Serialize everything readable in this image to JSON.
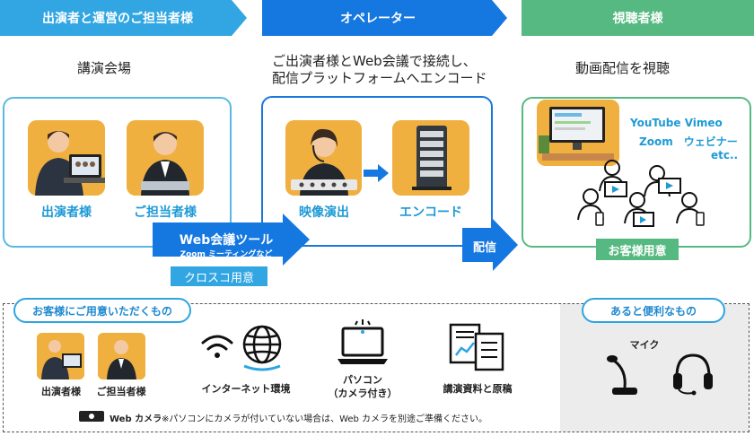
{
  "header": {
    "performer": "出演者と運営のご担当者様",
    "operator": "オペレーター",
    "viewer": "視聴者様",
    "colors": {
      "performer": "#31a6e2",
      "operator": "#1577e0",
      "viewer": "#56b981"
    }
  },
  "venue": {
    "title": "講演会場",
    "performer_label": "出演者様",
    "staff_label": "ご担当者様"
  },
  "operator": {
    "line1": "ご出演者様とWeb会議で接続し、",
    "line2": "配信プラットフォームへエンコード",
    "video_label": "映像演出",
    "encode_label": "エンコード"
  },
  "viewer": {
    "title": "動画配信を視聴",
    "platforms_line1": "YouTube  Vimeo",
    "platforms_line2": "Zoom　ウェビナー",
    "platforms_line3": "etc..",
    "badge": "お客様用意"
  },
  "flow": {
    "web_tool": "Web会議ツール",
    "web_tool_sub": "Zoom ミーティングなど",
    "crosco": "クロスコ用意",
    "delivery": "配信"
  },
  "prep": {
    "title": "お客様にご用意いただくもの",
    "performer": "出演者様",
    "staff": "ご担当者様",
    "internet": "インターネット環境",
    "pc_line1": "パソコン",
    "pc_line2": "（カメラ付き）",
    "docs": "講演資料と原稿",
    "webcam": "Web カメラ",
    "note": "※パソコンにカメラが付いていない場合は、Web カメラを別途ご準備ください。"
  },
  "useful": {
    "title": "あると便利なもの",
    "mic": "マイク"
  }
}
